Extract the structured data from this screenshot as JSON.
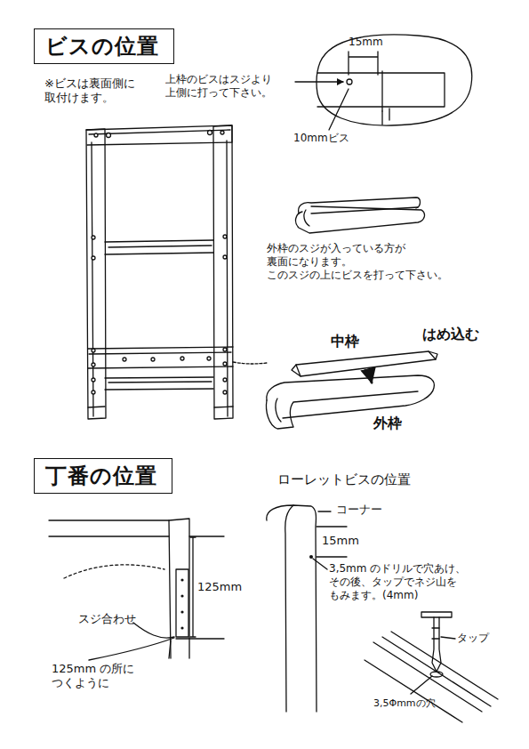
{
  "diagram": {
    "nodes": [
      {
        "text": [
          "ビスの位置"
        ]
      },
      {
        "text": [
          "丁番の位置"
        ]
      }
    ],
    "labels": [
      "※ビスは裏面側に 取付けます。",
      "上枠のビスはスジより 上側に打って下さい。",
      "15mm",
      "10mmビス",
      "外枠のスジが入っている方が 裏面になります。 このスジの上にビスを打って下さい。",
      "中枠",
      "はめ込む",
      "外枠",
      "ローレットビスの位置",
      "コーナー",
      "15mm",
      "125mm",
      "スジ合わせ",
      "125mm の所に つくように",
      "3,5mm のドリルで穴あけ、 その後、タップでネジ山を もみます。(4mm)",
      "タップ",
      "3,5Φmmの穴"
    ]
  }
}
